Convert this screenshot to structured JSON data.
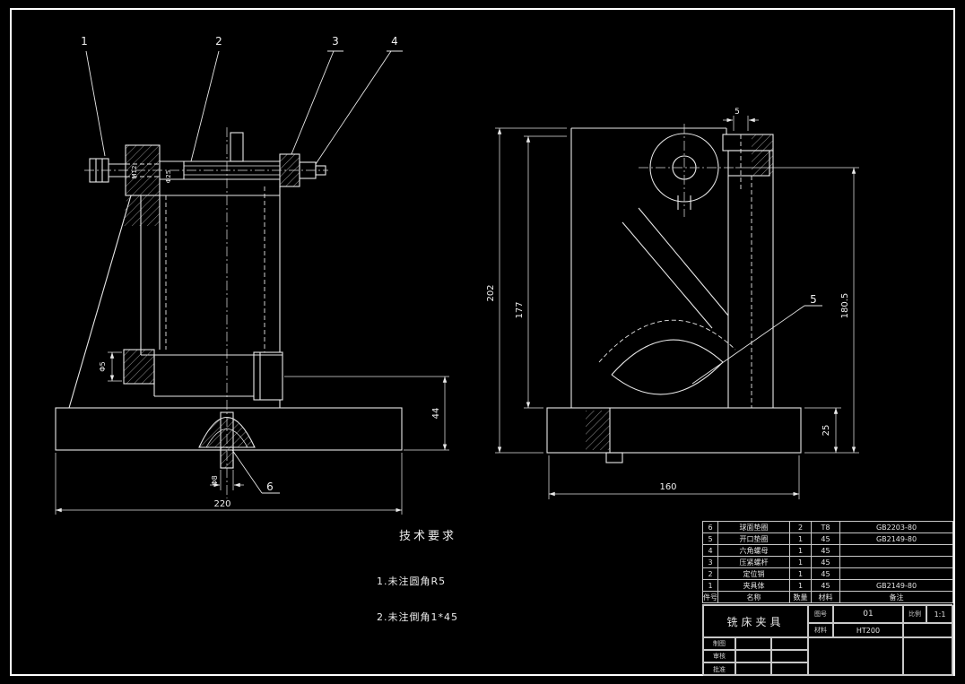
{
  "sheet": {
    "background": "#000000",
    "line_color": "#e8e8e8"
  },
  "callouts": {
    "c1": "1",
    "c2": "2",
    "c3": "3",
    "c4": "4",
    "c5": "5",
    "c6": "6"
  },
  "front_view": {
    "dim_base_width": "220",
    "dim_step_height": "44",
    "dim_phi5": "Φ5",
    "dim_phi8": "Φ8",
    "dim_phi25": "Φ25",
    "dim_m12": "M12"
  },
  "side_view": {
    "dim_total_height": "202",
    "dim_body_height": "177",
    "dim_center_height": "180.5",
    "dim_base_height": "25",
    "dim_base_width": "160",
    "dim_clamp": "5"
  },
  "tech_requirements": {
    "title": "技术要求",
    "item1": "1.未注圆角R5",
    "item2": "2.未注倒角1*45"
  },
  "bom": {
    "headers": {
      "no": "件号",
      "name": "名称",
      "qty": "数量",
      "mat": "材料",
      "note": "备注"
    },
    "rows": [
      {
        "no": "6",
        "name": "球面垫圈",
        "qty": "2",
        "mat": "T8",
        "note": "GB2203-80"
      },
      {
        "no": "5",
        "name": "开口垫圈",
        "qty": "1",
        "mat": "45",
        "note": "GB2149-80"
      },
      {
        "no": "4",
        "name": "六角螺母",
        "qty": "1",
        "mat": "45",
        "note": ""
      },
      {
        "no": "3",
        "name": "压紧螺杆",
        "qty": "1",
        "mat": "45",
        "note": ""
      },
      {
        "no": "2",
        "name": "定位销",
        "qty": "1",
        "mat": "45",
        "note": ""
      },
      {
        "no": "1",
        "name": "夹具体",
        "qty": "1",
        "mat": "45",
        "note": "GB2149-80"
      }
    ]
  },
  "title_block": {
    "part_name": "铣床夹具",
    "drawing_no": "01",
    "material": "HT200",
    "scale": "1:1",
    "labels": {
      "drawing_no": "图号",
      "material": "材料",
      "scale": "比例"
    },
    "signature_rows": [
      {
        "label": "制图"
      },
      {
        "label": "审核"
      },
      {
        "label": "批准"
      }
    ]
  }
}
